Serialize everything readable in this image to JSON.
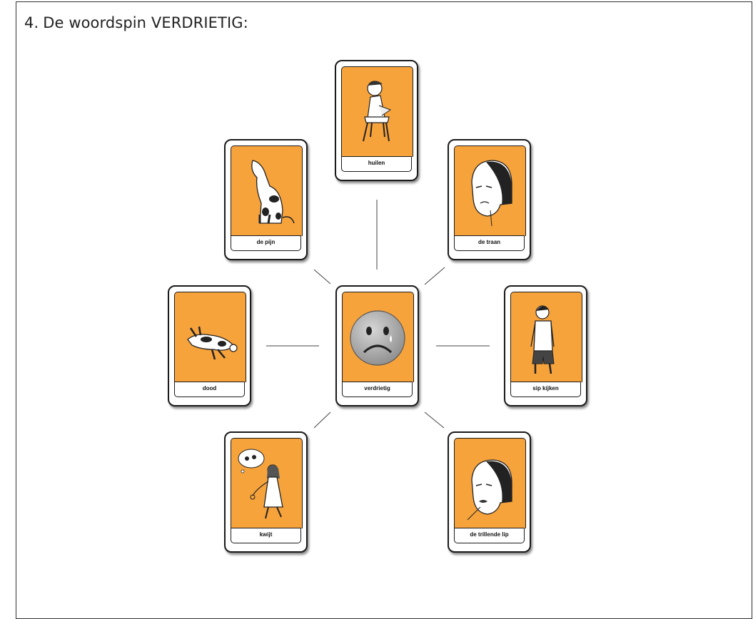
{
  "heading": {
    "number": "4.",
    "text": "De woordspin VERDRIETIG:"
  },
  "center": {
    "label": "verdrietig",
    "icon": "sad-face-icon"
  },
  "cards": [
    {
      "id": "huilen",
      "label": "huilen",
      "icon": "crying-girl-illustration"
    },
    {
      "id": "de-pijn",
      "label": "de pijn",
      "icon": "howling-dog-illustration"
    },
    {
      "id": "de-traan",
      "label": "de traan",
      "icon": "tearful-face-illustration"
    },
    {
      "id": "dood",
      "label": "dood",
      "icon": "dead-dog-illustration"
    },
    {
      "id": "sip-kijken",
      "label": "sip kijken",
      "icon": "sulking-boy-illustration"
    },
    {
      "id": "kwijt",
      "label": "kwijt",
      "icon": "lost-dog-girl-illustration"
    },
    {
      "id": "de-trillende-lip",
      "label": "de trillende lip",
      "icon": "trembling-lip-face-illustration"
    }
  ],
  "colors": {
    "card_fill": "#f7a33c",
    "border": "#1a1a1a"
  }
}
